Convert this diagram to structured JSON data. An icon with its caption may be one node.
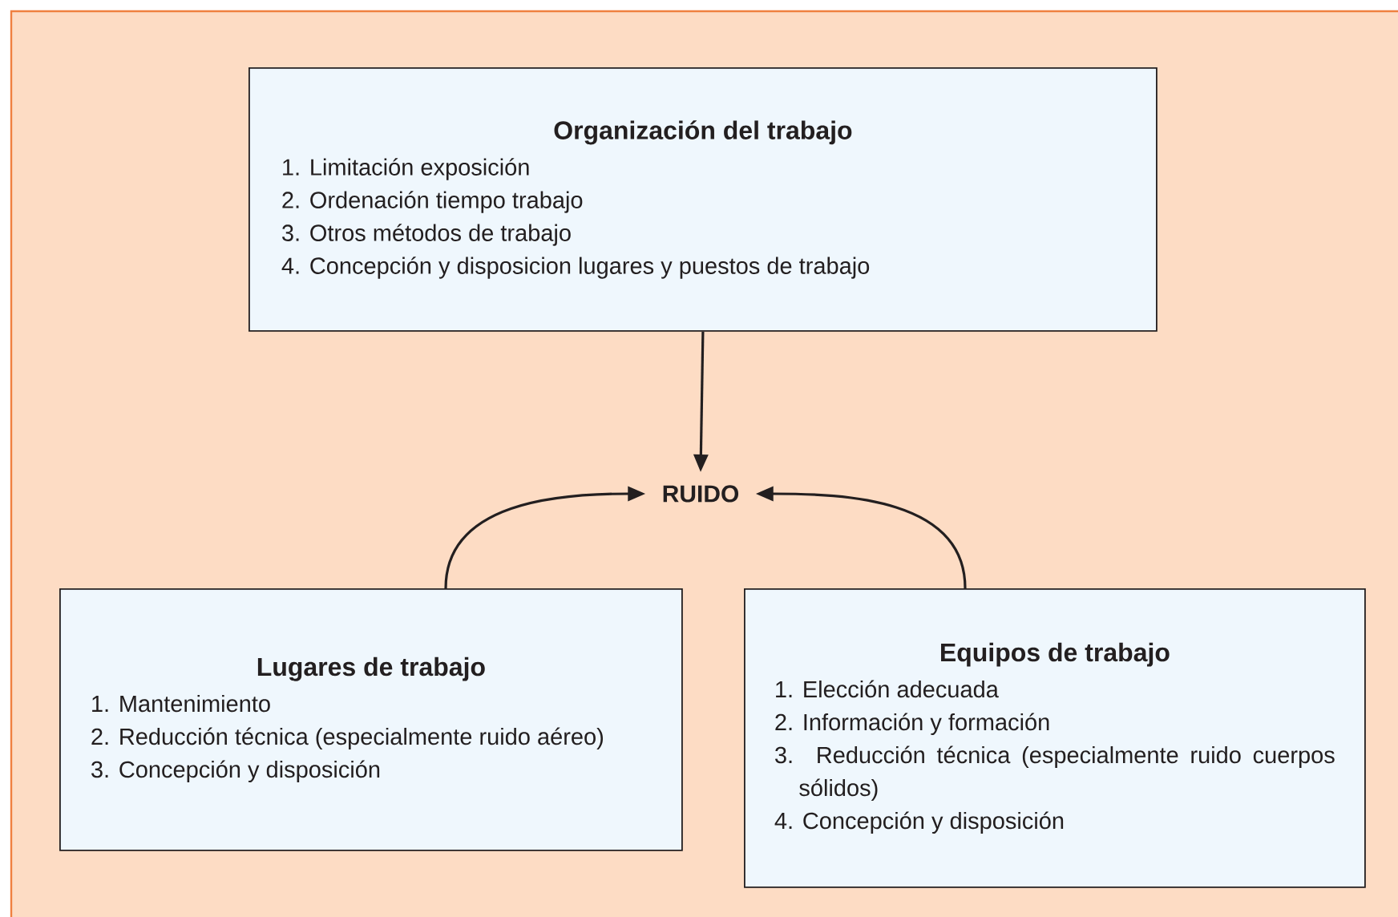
{
  "diagram": {
    "nodes": [
      {
        "text": [
          "Organización del trabajo",
          "1. Limitación exposición",
          "2. Ordenación tiempo trabajo",
          "3. Otros métodos de trabajo",
          "4. Concepción y disposicion lugares y puestos de trabajo"
        ]
      },
      {
        "text": [
          "RUIDO"
        ]
      },
      {
        "text": [
          "Lugares de trabajo",
          "1. Mantenimiento",
          "2. Reducción técnica (especialmente ruido aéreo)",
          "3. Concepción y disposición"
        ]
      },
      {
        "text": [
          "Equipos de trabajo",
          "1. Elección adecuada",
          "2. Información y formación",
          "3. Reducción técnica (especialmente ruido cuerpos sólidos)",
          "4. Concepción y disposición"
        ]
      }
    ],
    "edges": [
      {
        "from": 0,
        "to": 1,
        "arrow": "to"
      },
      {
        "from": 2,
        "to": 1,
        "arrow": "to"
      },
      {
        "from": 3,
        "to": 1,
        "arrow": "to"
      }
    ]
  }
}
